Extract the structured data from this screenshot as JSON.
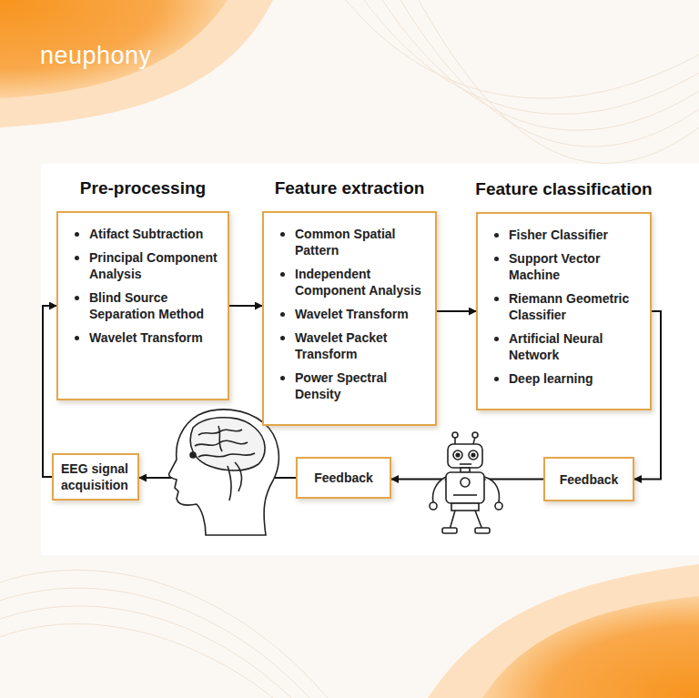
{
  "diagram": {
    "nodes": [
      {
        "text": [
          "Pre-processing",
          "Atifact Subtraction",
          "Principal Component Analysis",
          "Blind Source Separation Method",
          "Wavelet Transform"
        ]
      },
      {
        "text": [
          "Feature extraction",
          "Common Spatial Pattern",
          "Independent Component Analysis",
          "Wavelet Transform",
          "Wavelet Packet Transform",
          "Power Spectral Density"
        ]
      },
      {
        "text": [
          "Feature classification",
          "Fisher Classifier",
          "Support Vector Machine",
          "Riemann Geometric Classifier",
          "Artificial Neural Network",
          "Deep learning"
        ]
      },
      {
        "text": [
          "Feedback"
        ]
      },
      {
        "text": [
          "Feedback"
        ]
      },
      {
        "text": [
          "EEG signal acquisition"
        ]
      }
    ],
    "edges": [
      {
        "from": 0,
        "to": 1,
        "arrow": "to"
      },
      {
        "from": 1,
        "to": 2,
        "arrow": "to"
      },
      {
        "from": 2,
        "to": 3,
        "arrow": "to"
      },
      {
        "from": 3,
        "to": 4,
        "arrow": "to"
      },
      {
        "from": 4,
        "to": 5,
        "arrow": "to"
      },
      {
        "from": 5,
        "to": 0,
        "arrow": "to"
      }
    ],
    "labels": [
      "neuphony"
    ]
  }
}
